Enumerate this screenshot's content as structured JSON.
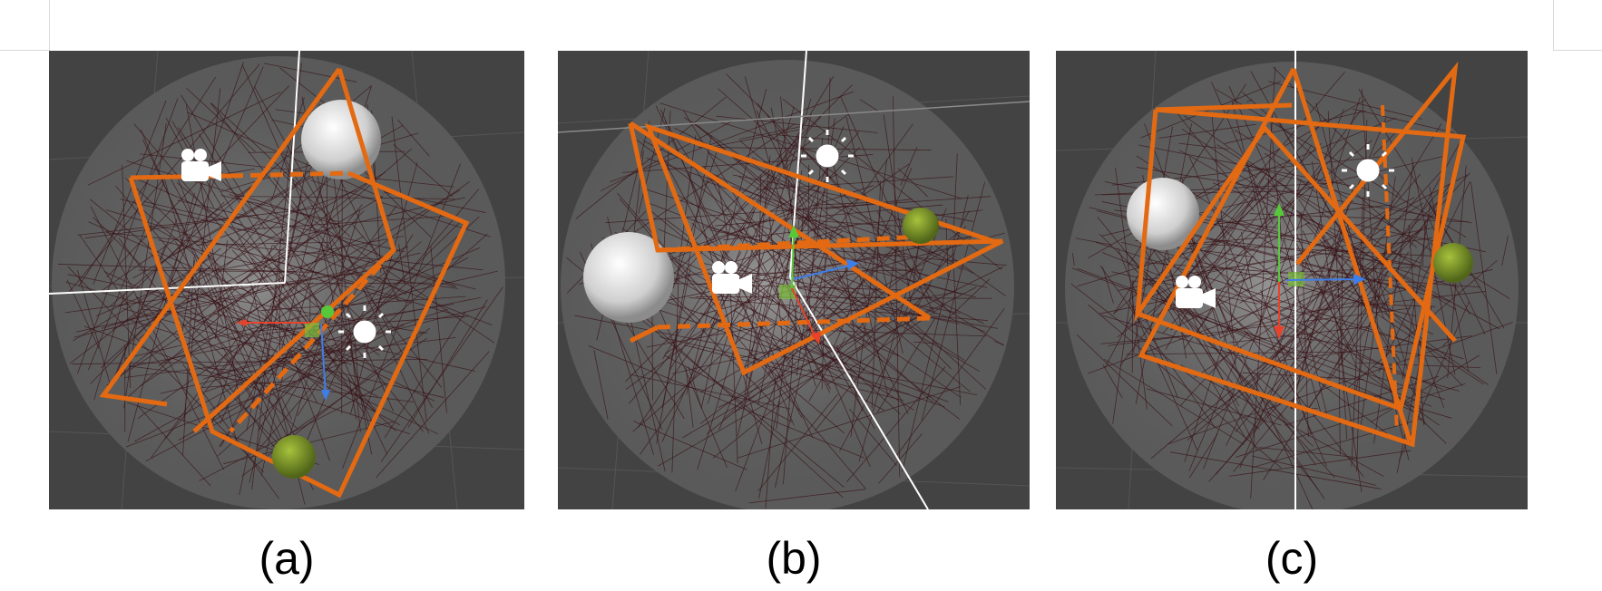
{
  "figure": {
    "panels": [
      {
        "id": "a",
        "caption": "(a)"
      },
      {
        "id": "b",
        "caption": "(b)"
      },
      {
        "id": "c",
        "caption": "(c)"
      }
    ],
    "colors": {
      "background": "#ffffff",
      "viewport": "#434343",
      "sphere": "#5a5a5a",
      "path": "#e36a12",
      "rays": "#3a1418",
      "moss_ball": "#7e9a24",
      "white_sphere": "#e8e8e8",
      "axis_x": "#e8432a",
      "axis_y": "#58c83a",
      "axis_z": "#3d7ee8"
    },
    "icons": [
      "camera-icon",
      "sun-icon",
      "transform-gizmo-icon"
    ]
  }
}
